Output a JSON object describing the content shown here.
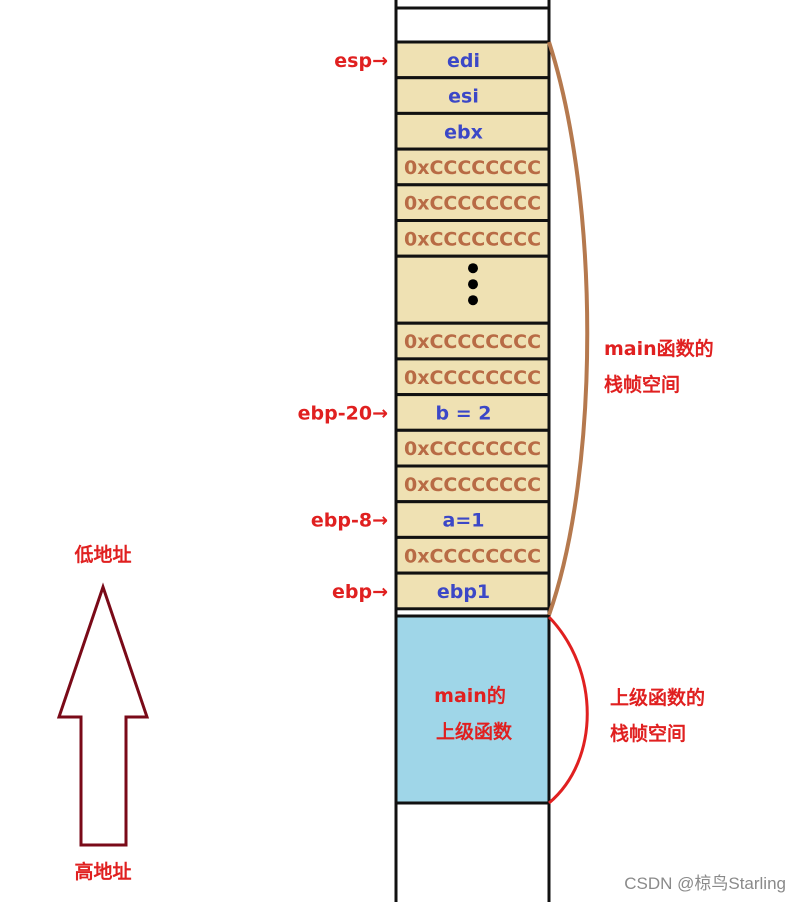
{
  "colors": {
    "cell_fill": "#efe1b3",
    "parent_fill": "#9fd6e8",
    "border": "#111111",
    "blue_text": "#3b47c7",
    "brown_text": "#b86b45",
    "red_text": "#e02020",
    "brace_main": "#b5794e",
    "brace_parent": "#e02020",
    "arrow": "#7a0a18"
  },
  "stack_cells": [
    {
      "text": "edi",
      "style": "blue"
    },
    {
      "text": "esi",
      "style": "blue"
    },
    {
      "text": "ebx",
      "style": "blue"
    },
    {
      "text": "0xCCCCCCCC",
      "style": "brown"
    },
    {
      "text": "0xCCCCCCCC",
      "style": "brown"
    },
    {
      "text": "0xCCCCCCCC",
      "style": "brown"
    },
    {
      "text": "",
      "style": "dots"
    },
    {
      "text": "0xCCCCCCCC",
      "style": "brown"
    },
    {
      "text": "0xCCCCCCCC",
      "style": "brown"
    },
    {
      "text": "b = 2",
      "style": "blue"
    },
    {
      "text": "0xCCCCCCCC",
      "style": "brown"
    },
    {
      "text": "0xCCCCCCCC",
      "style": "brown"
    },
    {
      "text": "a=1",
      "style": "blue"
    },
    {
      "text": "0xCCCCCCCC",
      "style": "brown"
    },
    {
      "text": "ebp1",
      "style": "blue"
    }
  ],
  "pointers": [
    {
      "label": "esp→",
      "cell": 0
    },
    {
      "label": "ebp-20→",
      "cell": 9
    },
    {
      "label": "ebp-8→",
      "cell": 12
    },
    {
      "label": "ebp→",
      "cell": 14
    }
  ],
  "parent_block": {
    "line1": "main的",
    "line2": "上级函数"
  },
  "main_frame_label": {
    "line1": "main函数的",
    "line2": "栈帧空间"
  },
  "parent_frame_label": {
    "line1": "上级函数的",
    "line2": "栈帧空间"
  },
  "direction": {
    "low": "低地址",
    "high": "高地址"
  },
  "watermark": "CSDN @椋鸟Starling"
}
